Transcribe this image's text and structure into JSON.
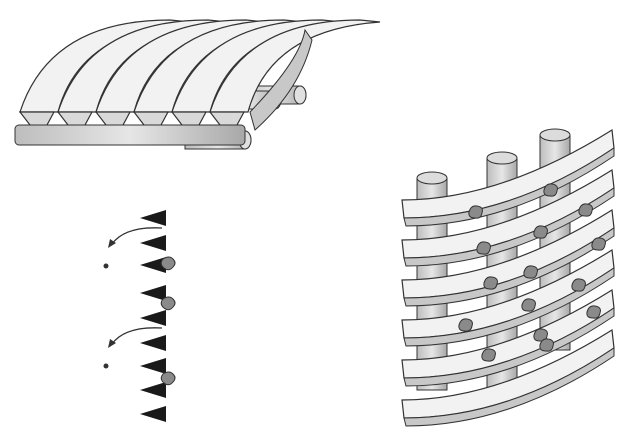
{
  "diagram": {
    "panels": [
      "wedge-wire-cross-section-top",
      "slot-particle-flow-detail",
      "wedge-wire-screen-cylinder"
    ],
    "colors": {
      "outline": "#333333",
      "bar_fill": "#f2f2f2",
      "bar_shade": "#c8c8c8",
      "wedge_fill": "#1a1a1a",
      "particle_fill": "#8a8a8a"
    },
    "wedge_count": 9,
    "slat_count": 6,
    "rod_count": 3
  }
}
